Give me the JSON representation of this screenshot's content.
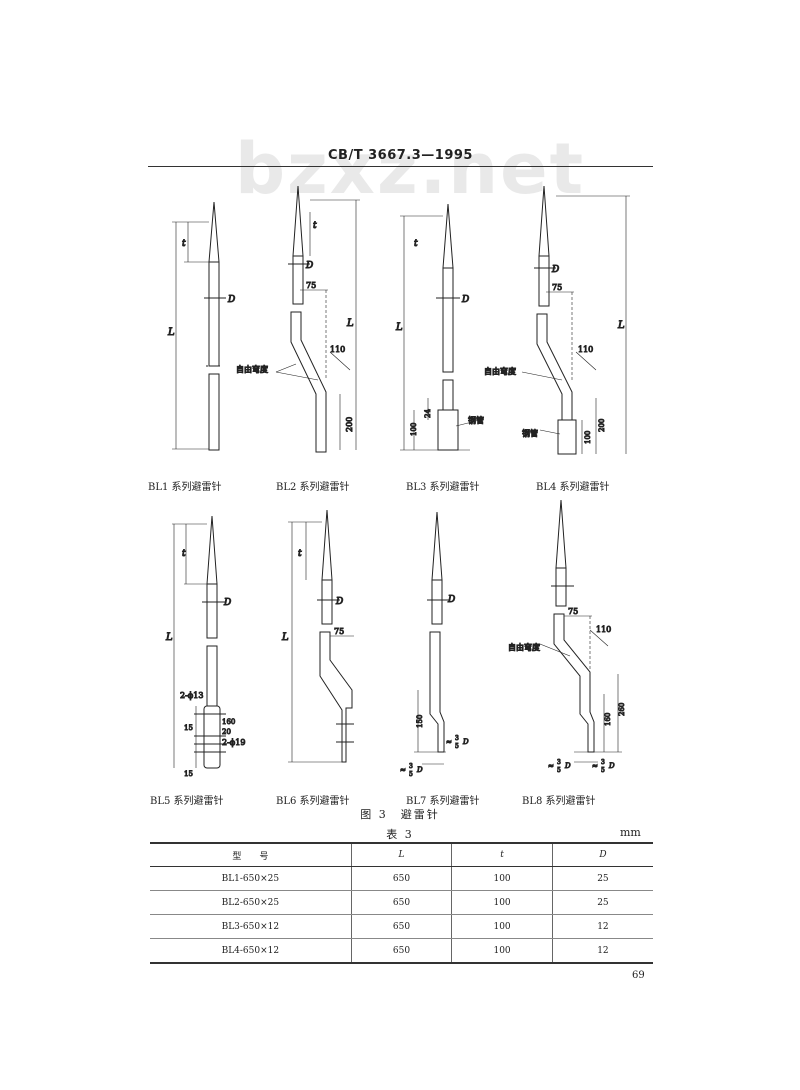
{
  "header": {
    "standard": "CB/T 3667.3—1995",
    "watermark": "bzxz.net"
  },
  "labels": {
    "L": "L",
    "t": "t",
    "D": "D",
    "free_bend": "自由弯度",
    "steel_pipe": "钢管",
    "d75": "75",
    "d110": "110",
    "d200": "200",
    "d24": "24",
    "d100": "100",
    "d260": "260",
    "d150": "150",
    "d160": "160",
    "d20": "20",
    "d15": "15",
    "hole13": "2-ϕ13",
    "hole19": "2-ϕ19",
    "approx3": "≈",
    "frac_num": "3",
    "frac_den": "5",
    "Dsym": "D"
  },
  "captions": [
    "BL1 系列避雷针",
    "BL2 系列避雷针",
    "BL3 系列避雷针",
    "BL4 系列避雷针",
    "BL5 系列避雷针",
    "BL6 系列避雷针",
    "BL7 系列避雷针",
    "BL8 系列避雷针"
  ],
  "figure_title": "图 3　避雷针",
  "table": {
    "title": "表 3",
    "unit": "mm",
    "headers": [
      "型　　号",
      "L",
      "t",
      "D"
    ],
    "rows": [
      [
        "BL1-650×25",
        "650",
        "100",
        "25"
      ],
      [
        "BL2-650×25",
        "650",
        "100",
        "25"
      ],
      [
        "BL3-650×12",
        "650",
        "100",
        "12"
      ],
      [
        "BL4-650×12",
        "650",
        "100",
        "12"
      ]
    ]
  },
  "page_number": "69"
}
